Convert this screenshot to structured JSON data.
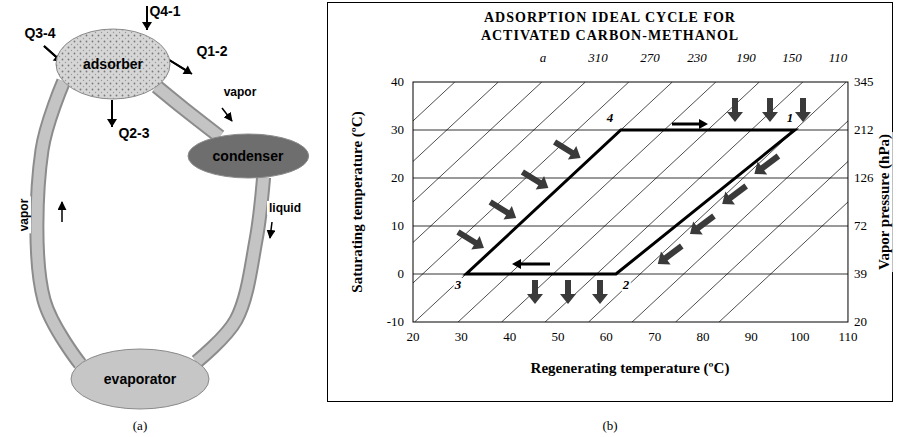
{
  "diagram": {
    "nodes": [
      {
        "text": [
          "adsorber"
        ]
      },
      {
        "text": [
          "condenser"
        ]
      },
      {
        "text": [
          "evaporator"
        ]
      },
      {
        "text": [
          "ADSORPTION IDEAL CYCLE FOR ACTIVATED CARBON-METHANOL"
        ]
      }
    ],
    "edges": [
      {
        "from": 0,
        "to": 1,
        "label": "vapor",
        "arrow": "to"
      },
      {
        "from": 1,
        "to": 2,
        "label": "liquid",
        "arrow": "to"
      },
      {
        "from": 2,
        "to": 0,
        "label": "vapor",
        "arrow": "to"
      }
    ],
    "labels": [
      "Q4-1",
      "Q3-4",
      "Q1-2",
      "Q2-3",
      "(a)",
      "a",
      "310",
      "270",
      "230",
      "190",
      "150",
      "110",
      "Saturating temperature (ºC)",
      "40",
      "30",
      "20",
      "10",
      "0",
      "-10",
      "Vapor pressure (hPa)",
      "345",
      "212",
      "126",
      "72",
      "39",
      "20",
      "Regenerating temperature (ºC)",
      "20",
      "30",
      "40",
      "50",
      "60",
      "70",
      "80",
      "90",
      "100",
      "110",
      "1",
      "4",
      "2",
      "3",
      "(b)"
    ]
  }
}
